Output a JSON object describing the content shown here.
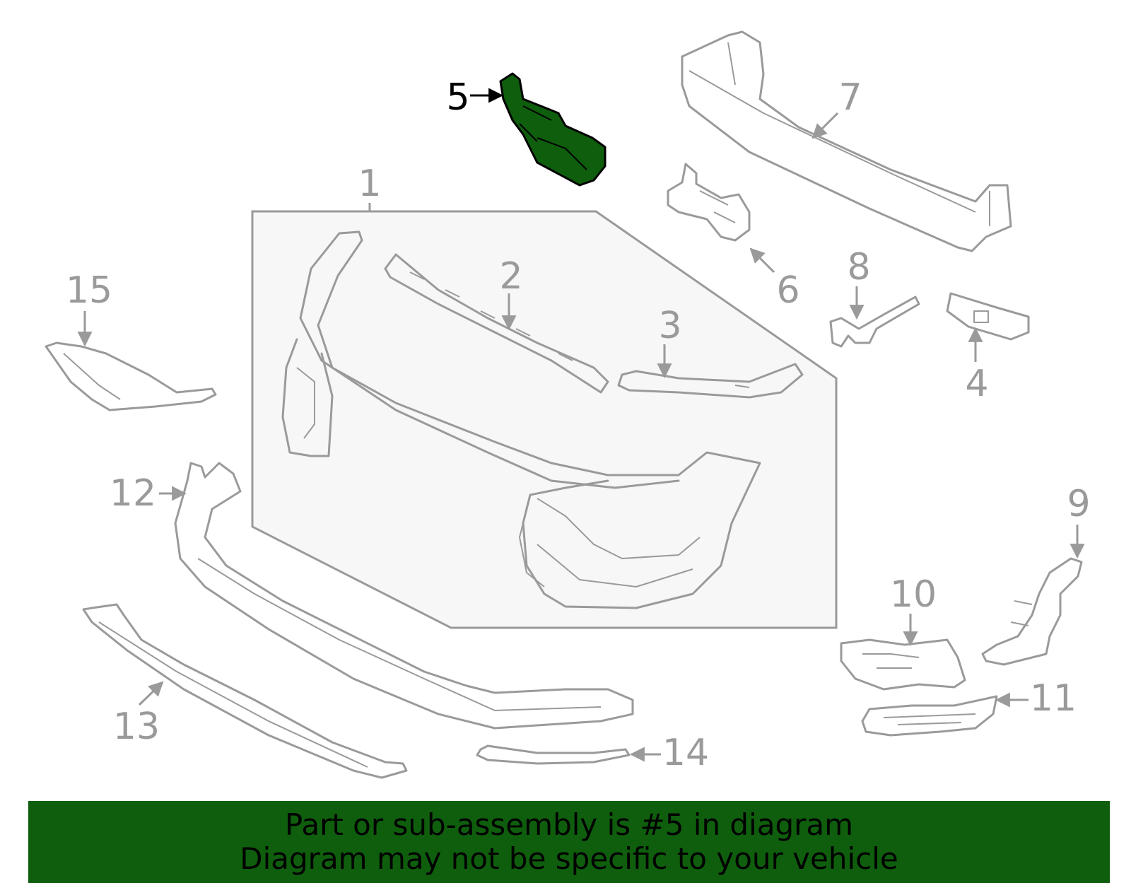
{
  "highlight_color": "#0f5e0d",
  "highlighted_part": "5",
  "callouts": [
    "1",
    "2",
    "3",
    "4",
    "5",
    "6",
    "7",
    "8",
    "9",
    "10",
    "11",
    "12",
    "13",
    "14",
    "15"
  ],
  "banner": {
    "line1": "Part or sub-assembly is #5 in diagram",
    "line2": "Diagram may not be specific to your vehicle"
  }
}
